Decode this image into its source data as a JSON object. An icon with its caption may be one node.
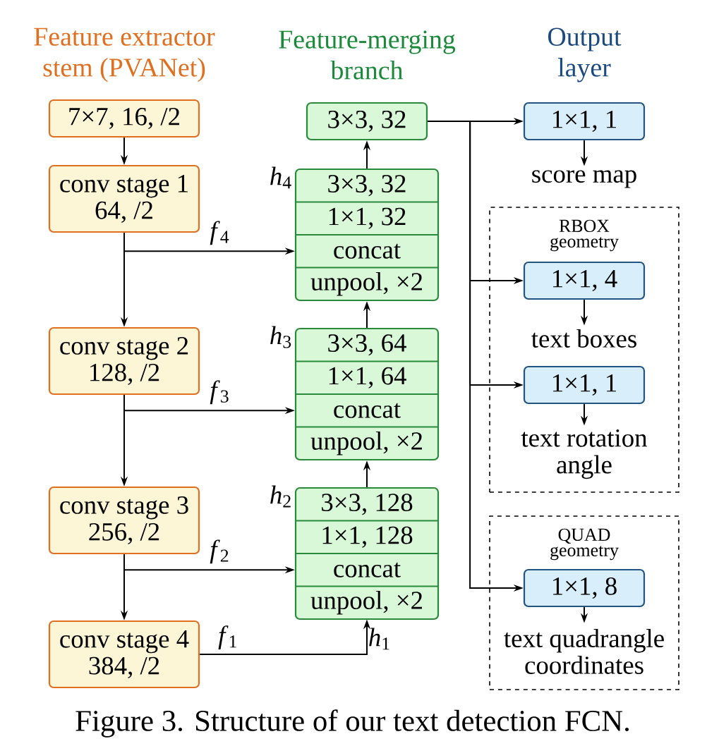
{
  "diagram": {
    "caption": "Figure 3. Structure of our text detection FCN.",
    "nodes": [
      {
        "text": [
          "7×7, 16, /2"
        ]
      },
      {
        "text": [
          "conv stage 1 64, /2"
        ]
      },
      {
        "text": [
          "conv stage 2 128, /2"
        ]
      },
      {
        "text": [
          "conv stage 3 256, /2"
        ]
      },
      {
        "text": [
          "conv stage 4 384, /2"
        ]
      },
      {
        "text": [
          "3×3, 32"
        ]
      },
      {
        "text": [],
        "shape": "box",
        "beside": [
          "*h*$_{4}$"
        ]
      },
      {
        "text": [
          "3×3, 32"
        ],
        "in": 6
      },
      {
        "text": [
          "1×1, 32"
        ],
        "in": 6
      },
      {
        "text": [
          "concat"
        ],
        "in": 6
      },
      {
        "text": [
          "unpool, ×2"
        ],
        "in": 6
      },
      {
        "text": [],
        "shape": "box",
        "beside": [
          "*h*$_{3}$"
        ]
      },
      {
        "text": [
          "3×3, 64"
        ],
        "in": 11
      },
      {
        "text": [
          "1×1, 64"
        ],
        "in": 11
      },
      {
        "text": [
          "concat"
        ],
        "in": 11
      },
      {
        "text": [
          "unpool, ×2"
        ],
        "in": 11
      },
      {
        "text": [],
        "shape": "box",
        "beside": [
          "*h*$_{2}$"
        ]
      },
      {
        "text": [
          "3×3, 128"
        ],
        "in": 16
      },
      {
        "text": [
          "1×1, 128"
        ],
        "in": 16
      },
      {
        "text": [
          "concat"
        ],
        "in": 16
      },
      {
        "text": [
          "unpool, ×2"
        ],
        "in": 16
      },
      {
        "text": [
          "1×1, 1"
        ]
      },
      {
        "text": [
          "score map"
        ]
      },
      {
        "text": [
          "RBOX geometry"
        ]
      },
      {
        "text": [
          "1×1, 4"
        ],
        "in": 23
      },
      {
        "text": [
          "text boxes"
        ],
        "in": 23
      },
      {
        "text": [
          "1×1, 1"
        ],
        "in": 23
      },
      {
        "text": [
          "text rotation angle"
        ],
        "in": 23
      },
      {
        "text": [
          "QUAD geometry"
        ]
      },
      {
        "text": [
          "1×1, 8"
        ],
        "in": 28
      },
      {
        "text": [
          "text quadrangle coordinates"
        ],
        "in": 28
      }
    ],
    "edges": [
      {
        "from": 0,
        "to": 1,
        "arrow": "to"
      },
      {
        "from": 1,
        "to": 2,
        "arrow": "to"
      },
      {
        "from": 2,
        "to": 3,
        "arrow": "to"
      },
      {
        "from": 3,
        "to": 4,
        "arrow": "to"
      },
      {
        "from": 1,
        "to": 6,
        "arrow": "to",
        "label": "*f*$_{4}$"
      },
      {
        "from": 2,
        "to": 11,
        "arrow": "to",
        "label": "*f*$_{3}$"
      },
      {
        "from": 3,
        "to": 16,
        "arrow": "to",
        "label": "*f*$_{2}$"
      },
      {
        "from": 4,
        "to": 20,
        "arrow": "to",
        "label": "*f*$_{1}$"
      },
      {
        "from": 16,
        "to": 11,
        "arrow": "to"
      },
      {
        "from": 11,
        "to": 6,
        "arrow": "to"
      },
      {
        "from": 6,
        "to": 5,
        "arrow": "to"
      },
      {
        "from": 5,
        "to": 21,
        "arrow": "to"
      },
      {
        "from": 5,
        "to": 24,
        "arrow": "to"
      },
      {
        "from": 5,
        "to": 26,
        "arrow": "to"
      },
      {
        "from": 5,
        "to": 29,
        "arrow": "to"
      },
      {
        "from": 21,
        "to": 22,
        "arrow": "to"
      },
      {
        "from": 24,
        "to": 25,
        "arrow": "to"
      },
      {
        "from": 26,
        "to": 27,
        "arrow": "to"
      },
      {
        "from": 29,
        "to": 30,
        "arrow": "to"
      }
    ],
    "labels": [
      "Feature extractor stem (PVANet)",
      "Feature-merging branch",
      "Output layer",
      "*h*$_{1}$"
    ]
  }
}
